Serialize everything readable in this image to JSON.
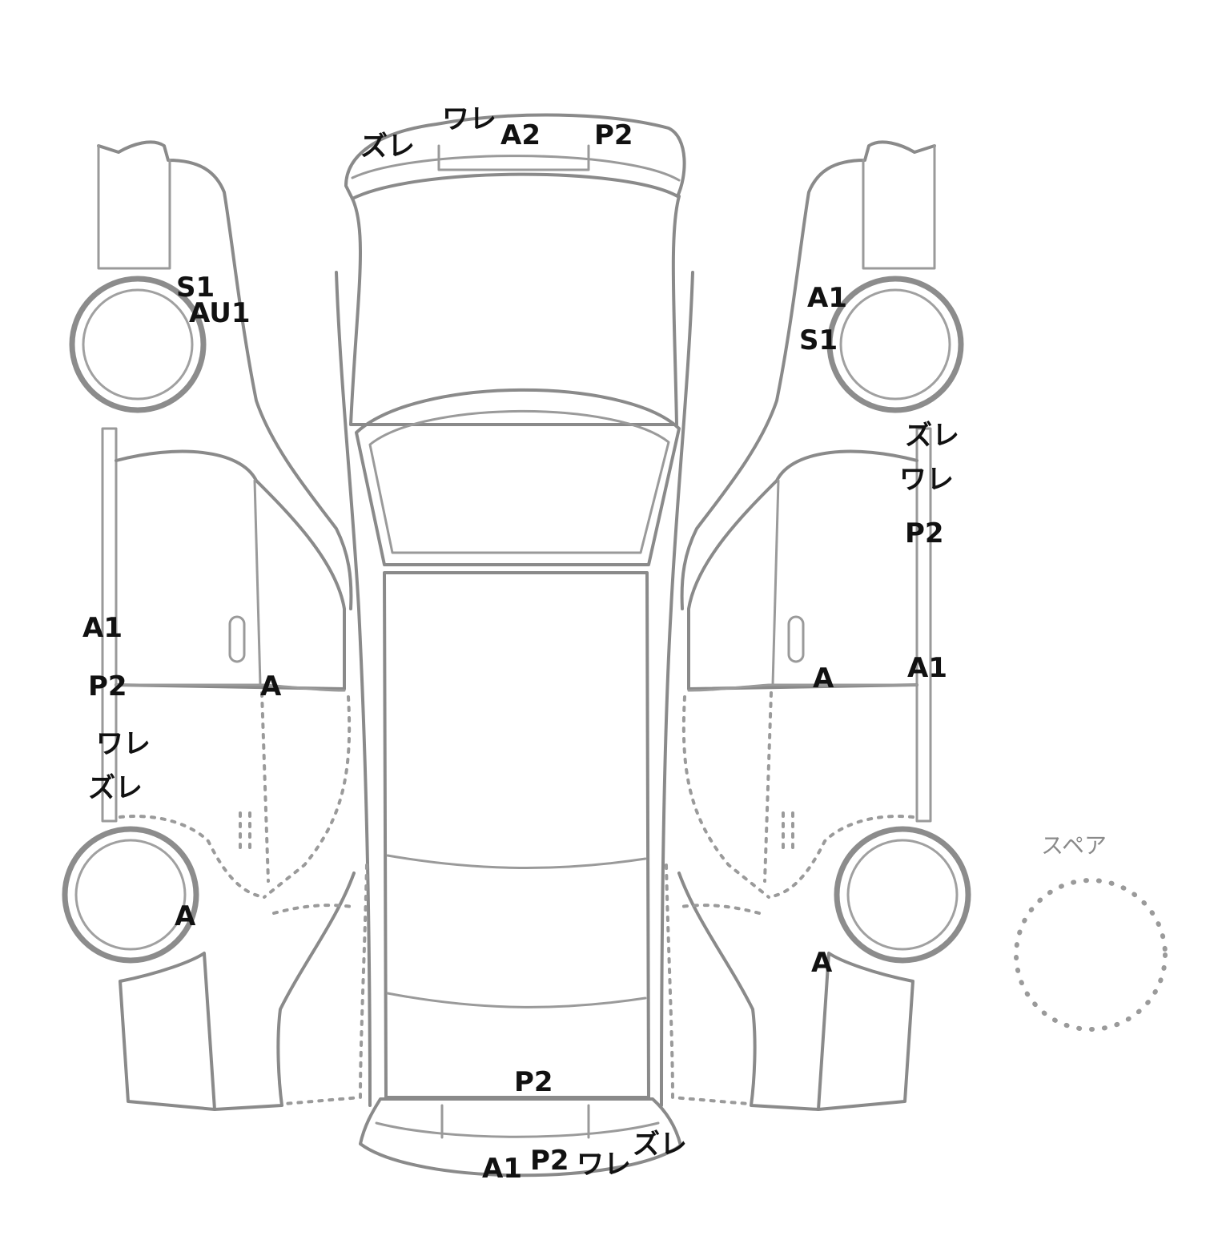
{
  "spare_label": "スペア",
  "marks": {
    "hood_zure": "ズレ",
    "hood_ware": "ワレ",
    "hood_a2": "A2",
    "hood_p2": "P2",
    "left_front_s1": "S1",
    "left_front_au1": "AU1",
    "left_side_a1": "A1",
    "left_side_p2": "P2",
    "left_door_a": "A",
    "left_side_ware": "ワレ",
    "left_side_zure": "ズレ",
    "left_rear_a": "A",
    "right_front_a1": "A1",
    "right_front_s1": "S1",
    "right_side_zure": "ズレ",
    "right_side_ware": "ワレ",
    "right_side_p2": "P2",
    "right_door_a": "A",
    "right_side_a1": "A1",
    "right_rear_a": "A",
    "trunk_p2": "P2",
    "rear_bumper_a1": "A1",
    "rear_bumper_p2": "P2",
    "rear_bumper_ware": "ワレ",
    "rear_bumper_zure": "ズレ"
  }
}
